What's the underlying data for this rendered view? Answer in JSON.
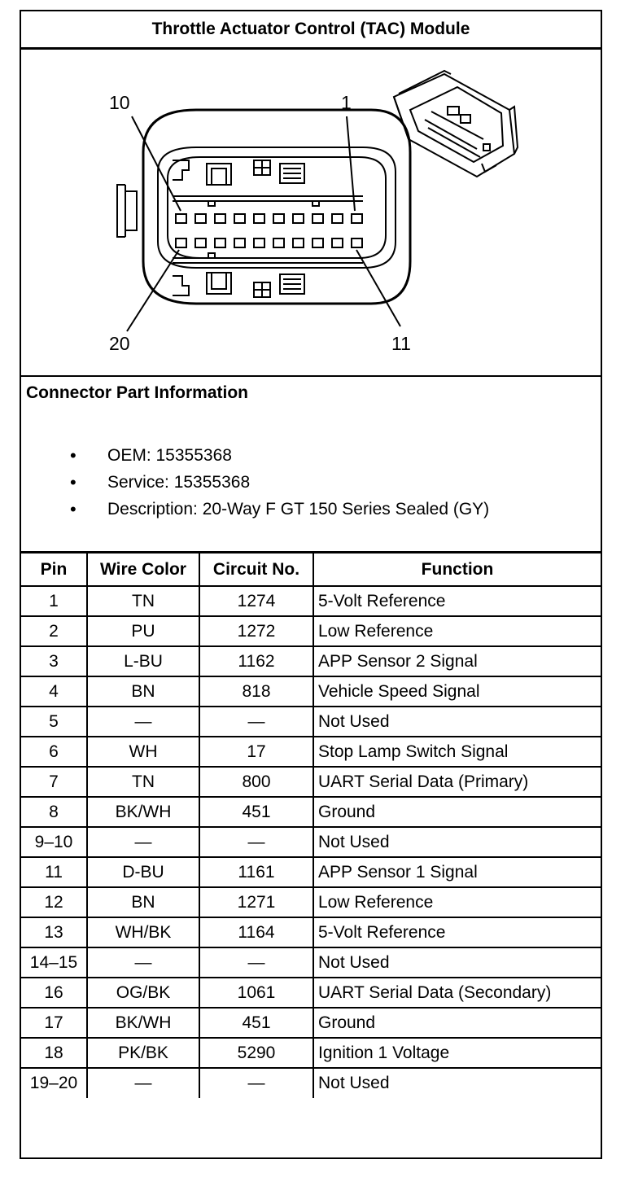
{
  "title": "Throttle Actuator Control (TAC) Module",
  "diagram": {
    "labels": {
      "top_left": "10",
      "top_right": "1",
      "bottom_left": "20",
      "bottom_right": "11"
    }
  },
  "connector_info": {
    "heading": "Connector Part Information",
    "items": [
      "OEM: 15355368",
      "Service: 15355368",
      "Description: 20-Way F GT 150 Series Sealed (GY)"
    ]
  },
  "table": {
    "headers": [
      "Pin",
      "Wire Color",
      "Circuit No.",
      "Function"
    ],
    "rows": [
      [
        "1",
        "TN",
        "1274",
        "5-Volt Reference"
      ],
      [
        "2",
        "PU",
        "1272",
        "Low Reference"
      ],
      [
        "3",
        "L-BU",
        "1162",
        "APP Sensor 2 Signal"
      ],
      [
        "4",
        "BN",
        "818",
        "Vehicle Speed Signal"
      ],
      [
        "5",
        "—",
        "—",
        "Not Used"
      ],
      [
        "6",
        "WH",
        "17",
        "Stop Lamp Switch Signal"
      ],
      [
        "7",
        "TN",
        "800",
        "UART Serial Data (Primary)"
      ],
      [
        "8",
        "BK/WH",
        "451",
        "Ground"
      ],
      [
        "9–10",
        "—",
        "—",
        "Not Used"
      ],
      [
        "11",
        "D-BU",
        "1161",
        "APP Sensor 1 Signal"
      ],
      [
        "12",
        "BN",
        "1271",
        "Low Reference"
      ],
      [
        "13",
        "WH/BK",
        "1164",
        "5-Volt Reference"
      ],
      [
        "14–15",
        "—",
        "—",
        "Not Used"
      ],
      [
        "16",
        "OG/BK",
        "1061",
        "UART Serial Data (Secondary)"
      ],
      [
        "17",
        "BK/WH",
        "451",
        "Ground"
      ],
      [
        "18",
        "PK/BK",
        "5290",
        "Ignition 1 Voltage"
      ],
      [
        "19–20",
        "—",
        "—",
        "Not Used"
      ]
    ]
  }
}
